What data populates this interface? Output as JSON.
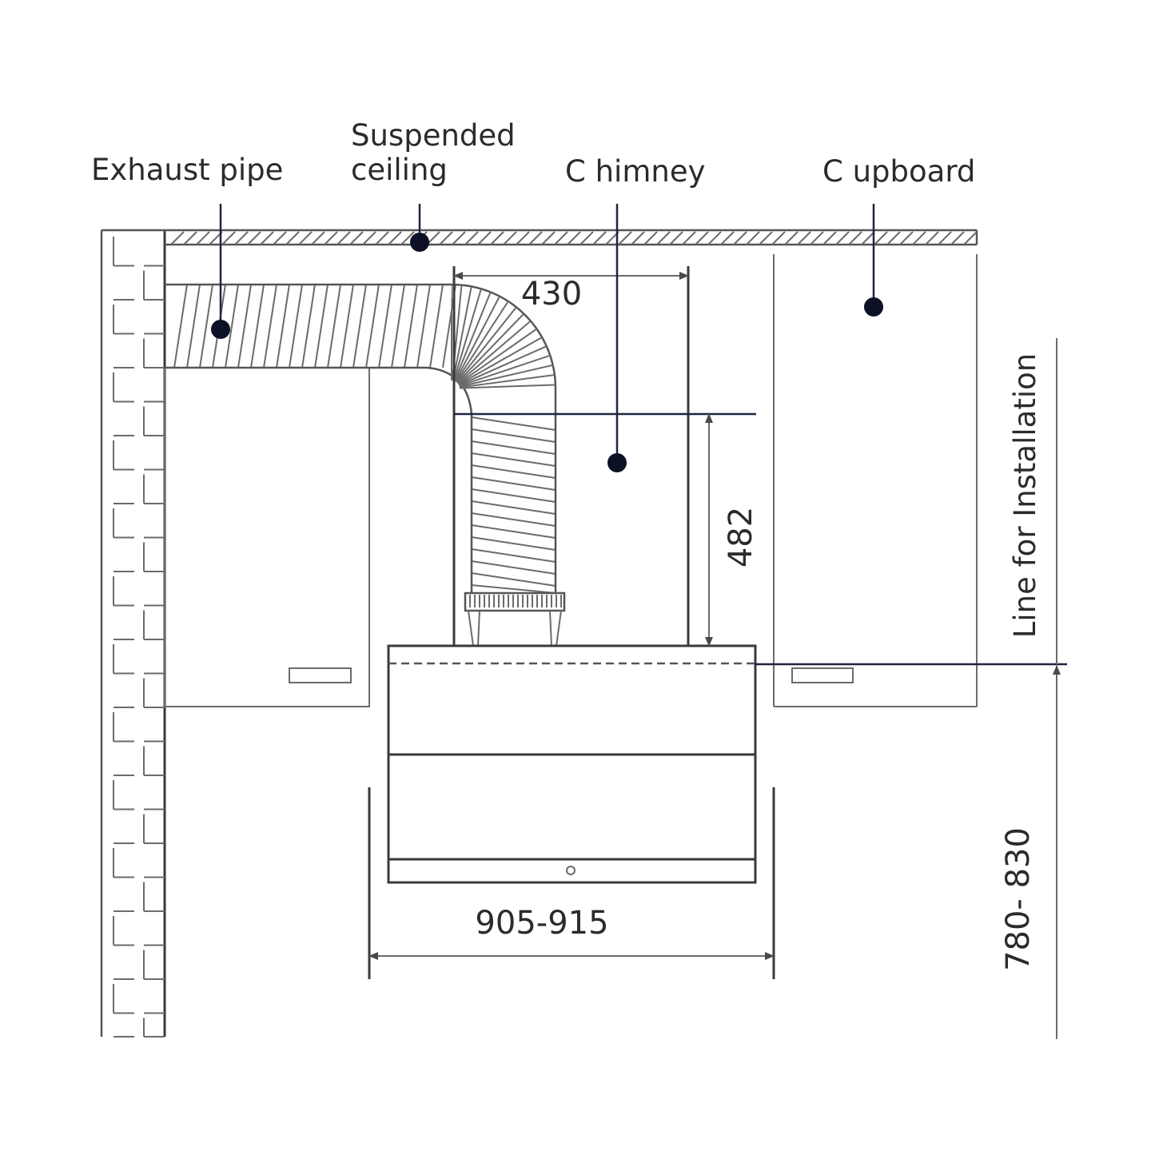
{
  "labels": {
    "exhaust_pipe": "Exhaust pipe",
    "suspended_ceiling_line1": "Suspended",
    "suspended_ceiling_line2": "ceiling",
    "chimney": "C himney",
    "cupboard": "C upboard",
    "install_line": "Line for Installation"
  },
  "dimensions": {
    "chimney_width": "430",
    "chimney_height": "482",
    "hood_width": "905-915",
    "install_height": "780- 830"
  },
  "colors": {
    "line": "#3a3a3a",
    "leader": "#1f2540",
    "text": "#2b2b2b"
  }
}
